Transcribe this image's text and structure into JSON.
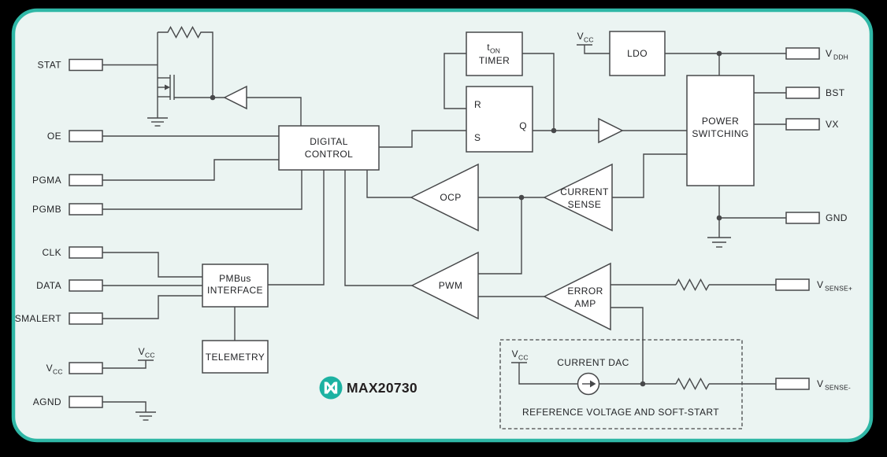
{
  "device": {
    "name": "MAX20730"
  },
  "colors": {
    "background": "#000000",
    "panel_fill": "#ebf4f2",
    "panel_border": "#2fb7a6",
    "line": "#47484a",
    "ink": "#232427",
    "box_fill": "#ffffff",
    "logo_teal": "#1cb2a2",
    "logo_text": "#231f20"
  },
  "pins": {
    "left": [
      {
        "label": "STAT"
      },
      {
        "label": "OE"
      },
      {
        "label": "PGMA"
      },
      {
        "label": "PGMB"
      },
      {
        "label": "CLK"
      },
      {
        "label": "DATA"
      },
      {
        "label": "SMALERT"
      },
      {
        "label": "V",
        "sub": "CC"
      },
      {
        "label": "AGND"
      }
    ],
    "right": [
      {
        "label": "V",
        "sub": "DDH"
      },
      {
        "label": "BST"
      },
      {
        "label": "VX"
      },
      {
        "label": "GND"
      },
      {
        "label": "V",
        "sub": "SENSE+"
      },
      {
        "label": "V",
        "sub": "SENSE-"
      }
    ]
  },
  "supplies": {
    "vcc": {
      "label": "V",
      "sub": "CC"
    }
  },
  "blocks": {
    "digital_control": {
      "line1": "DIGITAL",
      "line2": "CONTROL"
    },
    "ton_timer": {
      "t": "t",
      "sub": "ON",
      "line2": "TIMER"
    },
    "latch": {
      "r": "R",
      "s": "S",
      "q": "Q"
    },
    "ldo": {
      "label": "LDO"
    },
    "power_switching": {
      "line1": "POWER",
      "line2": "SWITCHING"
    },
    "pmbus_interface": {
      "line1": "PMBus",
      "line2": "INTERFACE"
    },
    "telemetry": {
      "label": "TELEMETRY"
    },
    "ocp": {
      "label": "OCP"
    },
    "pwm": {
      "label": "PWM"
    },
    "current_sense": {
      "line1": "CURRENT",
      "line2": "SENSE"
    },
    "error_amp": {
      "line1": "ERROR",
      "line2": "AMP"
    },
    "current_dac": {
      "label": "CURRENT DAC"
    },
    "reference": {
      "label": "REFERENCE VOLTAGE AND SOFT-START"
    }
  }
}
